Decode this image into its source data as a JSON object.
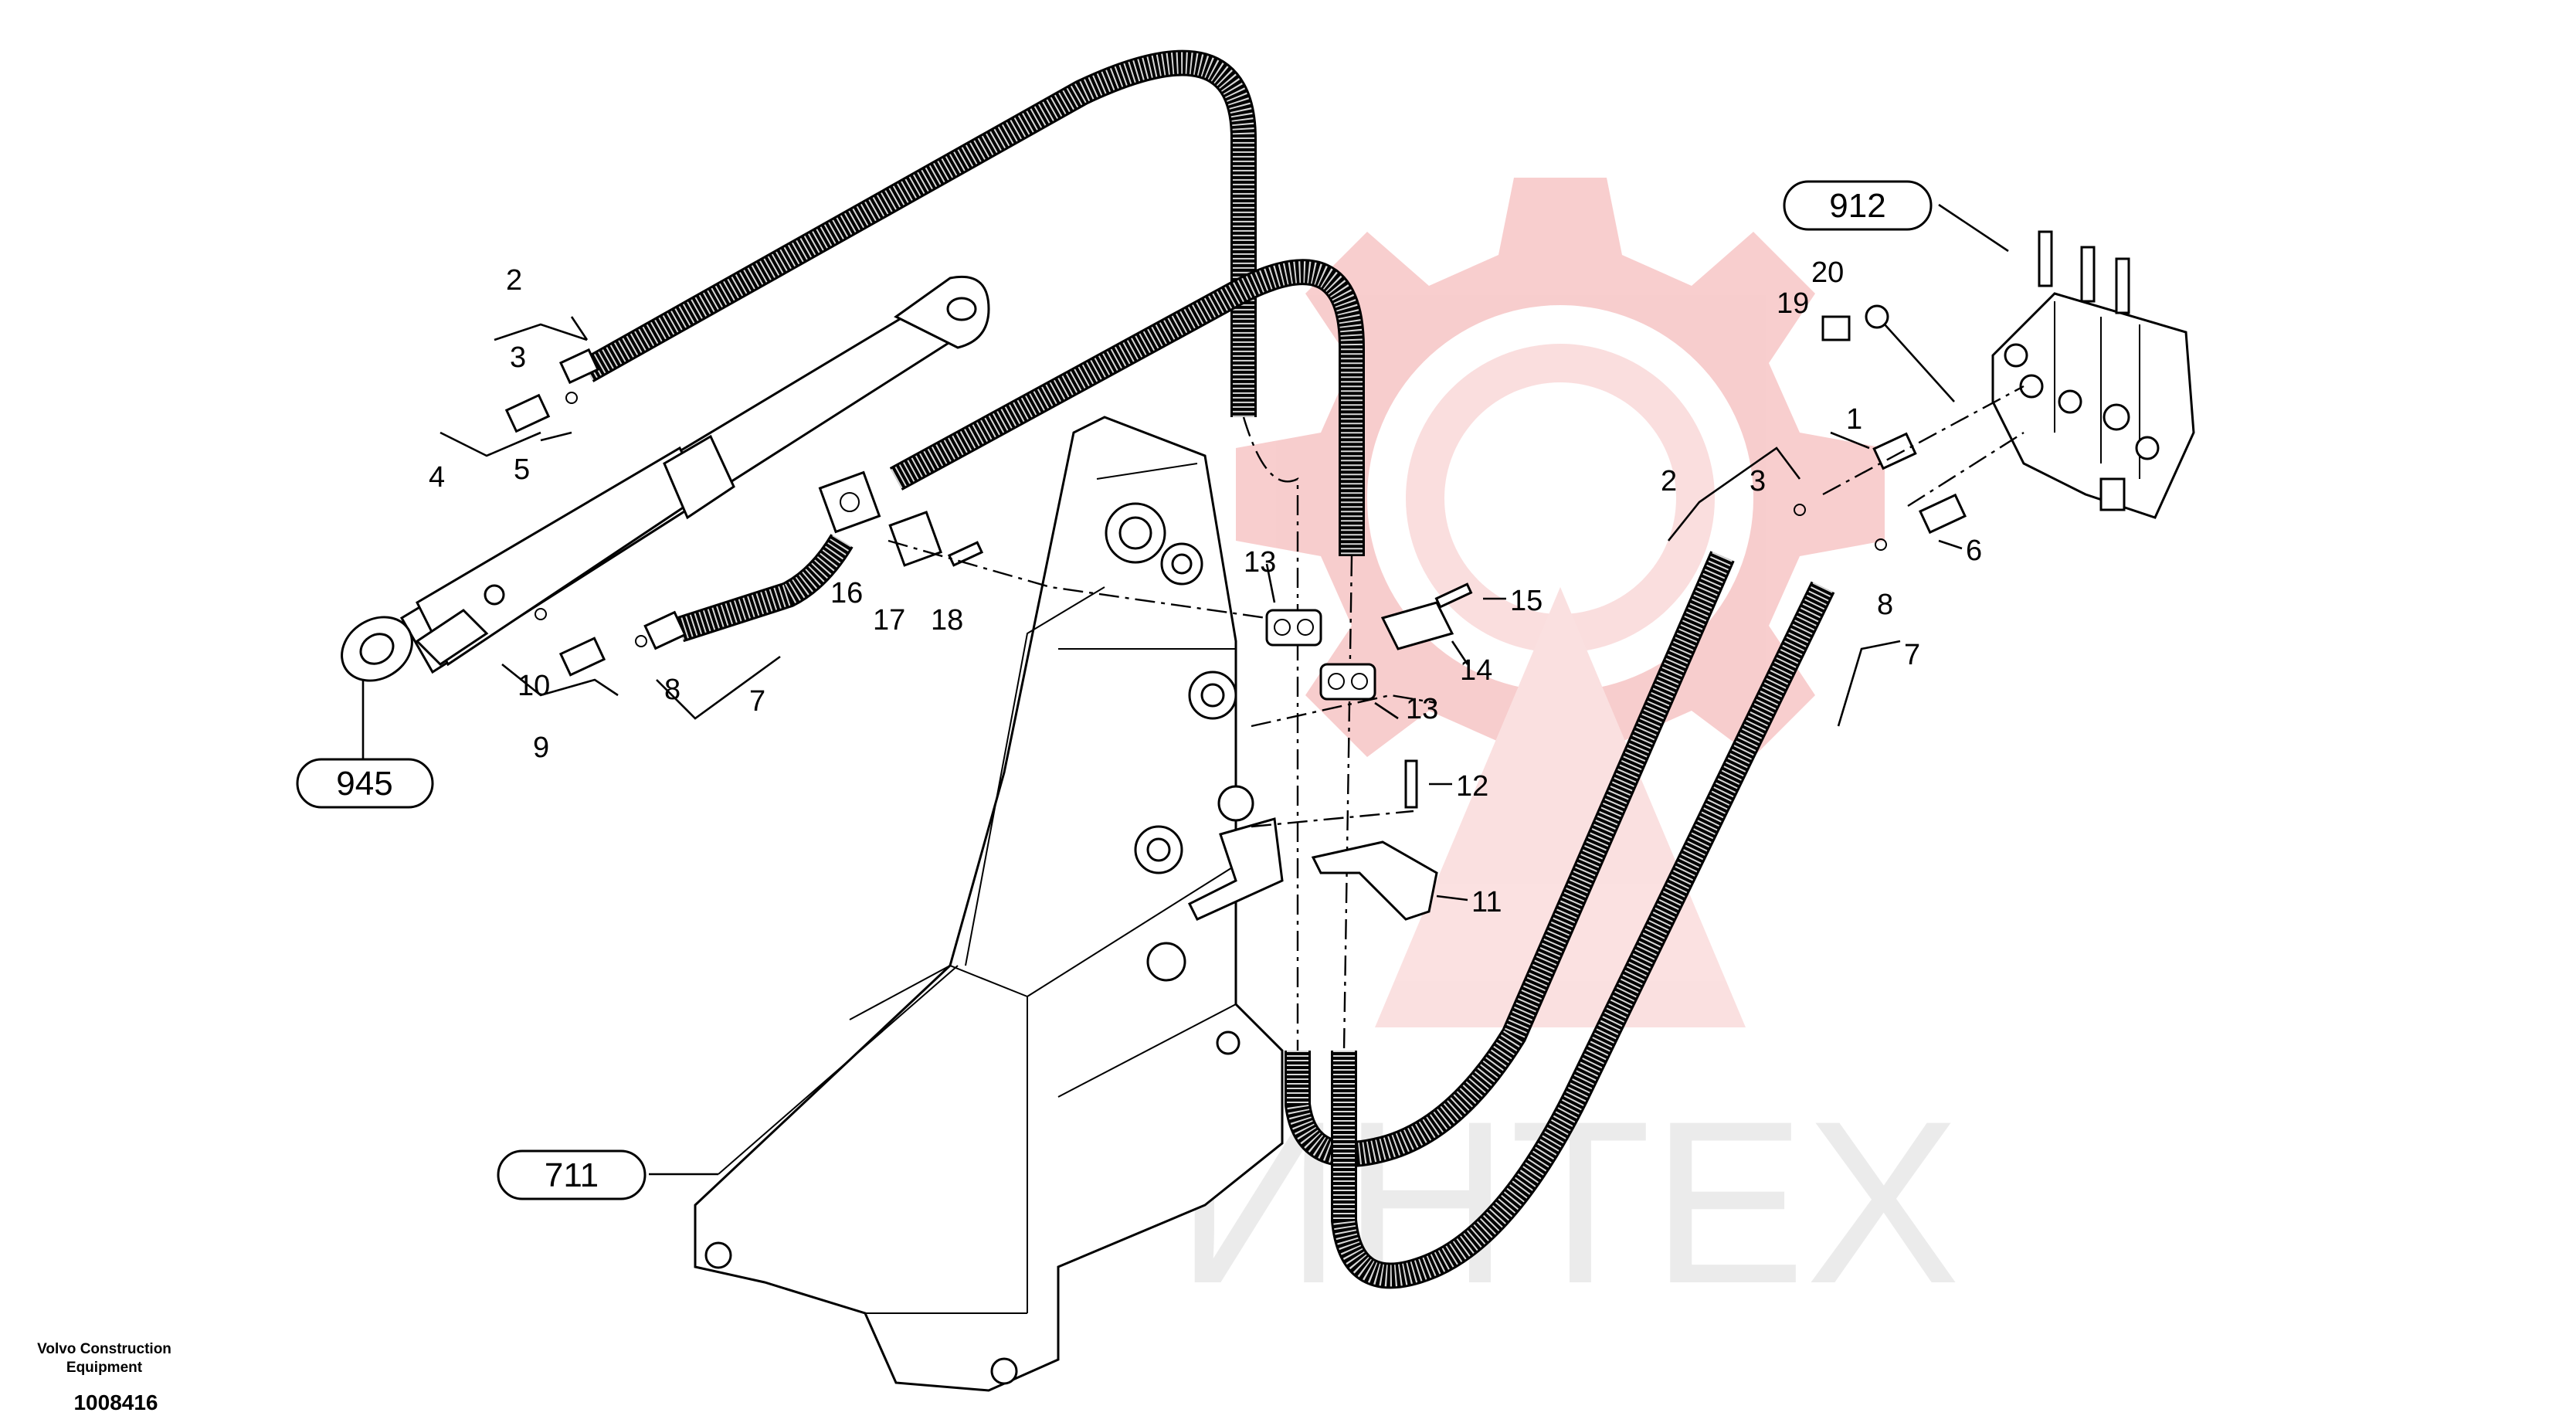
{
  "watermark": {
    "text": "ИНТЕХ",
    "color": "#f3aeae"
  },
  "reference_labels": [
    {
      "key": "control_valve",
      "text": "912"
    },
    {
      "key": "cylinder",
      "text": "945"
    },
    {
      "key": "frame",
      "text": "711"
    }
  ],
  "callouts": [
    {
      "key": "c2a",
      "text": "2"
    },
    {
      "key": "c3a",
      "text": "3"
    },
    {
      "key": "c4",
      "text": "4"
    },
    {
      "key": "c5",
      "text": "5"
    },
    {
      "key": "c16",
      "text": "16"
    },
    {
      "key": "c17",
      "text": "17"
    },
    {
      "key": "c18",
      "text": "18"
    },
    {
      "key": "c10",
      "text": "10"
    },
    {
      "key": "c8a",
      "text": "8"
    },
    {
      "key": "c7a",
      "text": "7"
    },
    {
      "key": "c9",
      "text": "9"
    },
    {
      "key": "c13a",
      "text": "13"
    },
    {
      "key": "c13b",
      "text": "13"
    },
    {
      "key": "c14",
      "text": "14"
    },
    {
      "key": "c15",
      "text": "15"
    },
    {
      "key": "c12",
      "text": "12"
    },
    {
      "key": "c11",
      "text": "11"
    },
    {
      "key": "c20",
      "text": "20"
    },
    {
      "key": "c19",
      "text": "19"
    },
    {
      "key": "c1",
      "text": "1"
    },
    {
      "key": "c2b",
      "text": "2"
    },
    {
      "key": "c3b",
      "text": "3"
    },
    {
      "key": "c6",
      "text": "6"
    },
    {
      "key": "c8b",
      "text": "8"
    },
    {
      "key": "c7b",
      "text": "7"
    }
  ],
  "footer": {
    "company_line1": "Volvo Construction",
    "company_line2": "Equipment",
    "drawing_number": "1008416"
  }
}
